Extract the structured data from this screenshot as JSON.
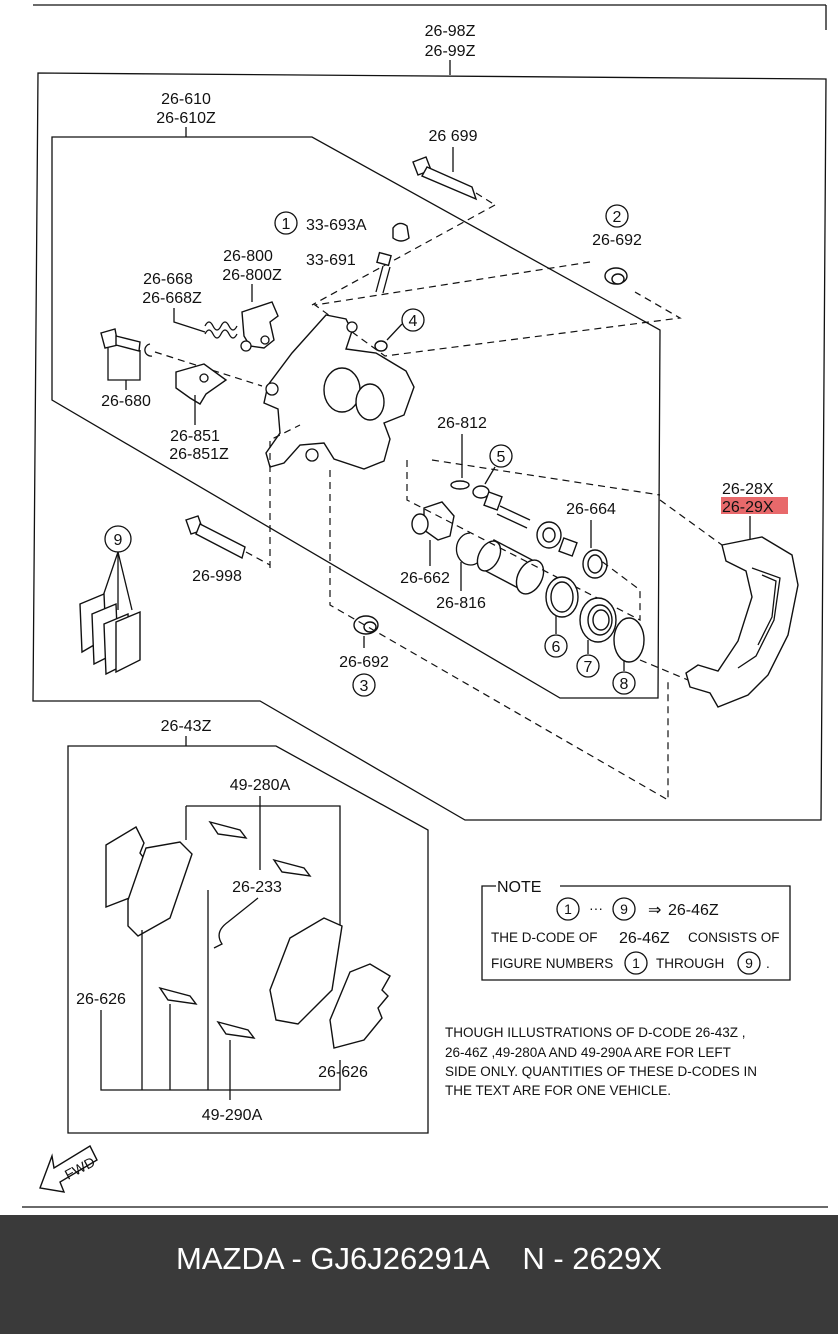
{
  "labels": {
    "top_code_a": "26-98Z",
    "top_code_b": "26-99Z",
    "caliper_a": "26-610",
    "caliper_b": "26-610Z",
    "bolt_top": "26 699",
    "cap_num": "1",
    "cap_code": "33-693A",
    "bleeder": "33-691",
    "bracket_a": "26-800",
    "bracket_b": "26-800Z",
    "spring_a": "26-668",
    "spring_b": "26-668Z",
    "bolt_left": "26-680",
    "clip_a": "26-851",
    "clip_b": "26-851Z",
    "boot_num_2": "2",
    "boot_code_2": "26-692",
    "num_4": "4",
    "seal_812": "26-812",
    "num_5": "5",
    "num_9": "9",
    "pin_998": "26-998",
    "part_662": "26-662",
    "part_816": "26-816",
    "part_664": "26-664",
    "num_6": "6",
    "num_7": "7",
    "num_8": "8",
    "boot_code_3": "26-692",
    "num_3": "3",
    "bracket_28x": "26-28X",
    "bracket_29x": "26-29X",
    "pad_kit": "26-43Z",
    "shim_a": "49-280A",
    "spring_233": "26-233",
    "shim_left": "26-626",
    "shim_right": "26-626",
    "shim_b": "49-290A",
    "fwd": "FWD"
  },
  "note": {
    "title": "NOTE",
    "range_from": "1",
    "range_dots": "···",
    "range_to": "9",
    "arrow": "⇒",
    "range_code": "26-46Z",
    "line1_a": "THE D-CODE OF",
    "line1_code": "26-46Z",
    "line1_b": "CONSISTS OF",
    "line2_a": "FIGURE NUMBERS",
    "line2_from": "1",
    "line2_mid": "THROUGH",
    "line2_to": "9",
    "line2_end": "."
  },
  "disclaimer": {
    "l1": "THOUGH ILLUSTRATIONS OF D-CODE 26-43Z ,",
    "l2": "26-46Z  ,49-280A AND 49-290A ARE FOR LEFT",
    "l3": "SIDE ONLY. QUANTITIES OF THESE D-CODES IN",
    "l4": "THE TEXT ARE FOR ONE VEHICLE."
  },
  "caption": "MAZDA - GJ6J26291A    N - 2629X",
  "colors": {
    "highlight": "#e8696b",
    "bar": "#3a3a3a"
  }
}
